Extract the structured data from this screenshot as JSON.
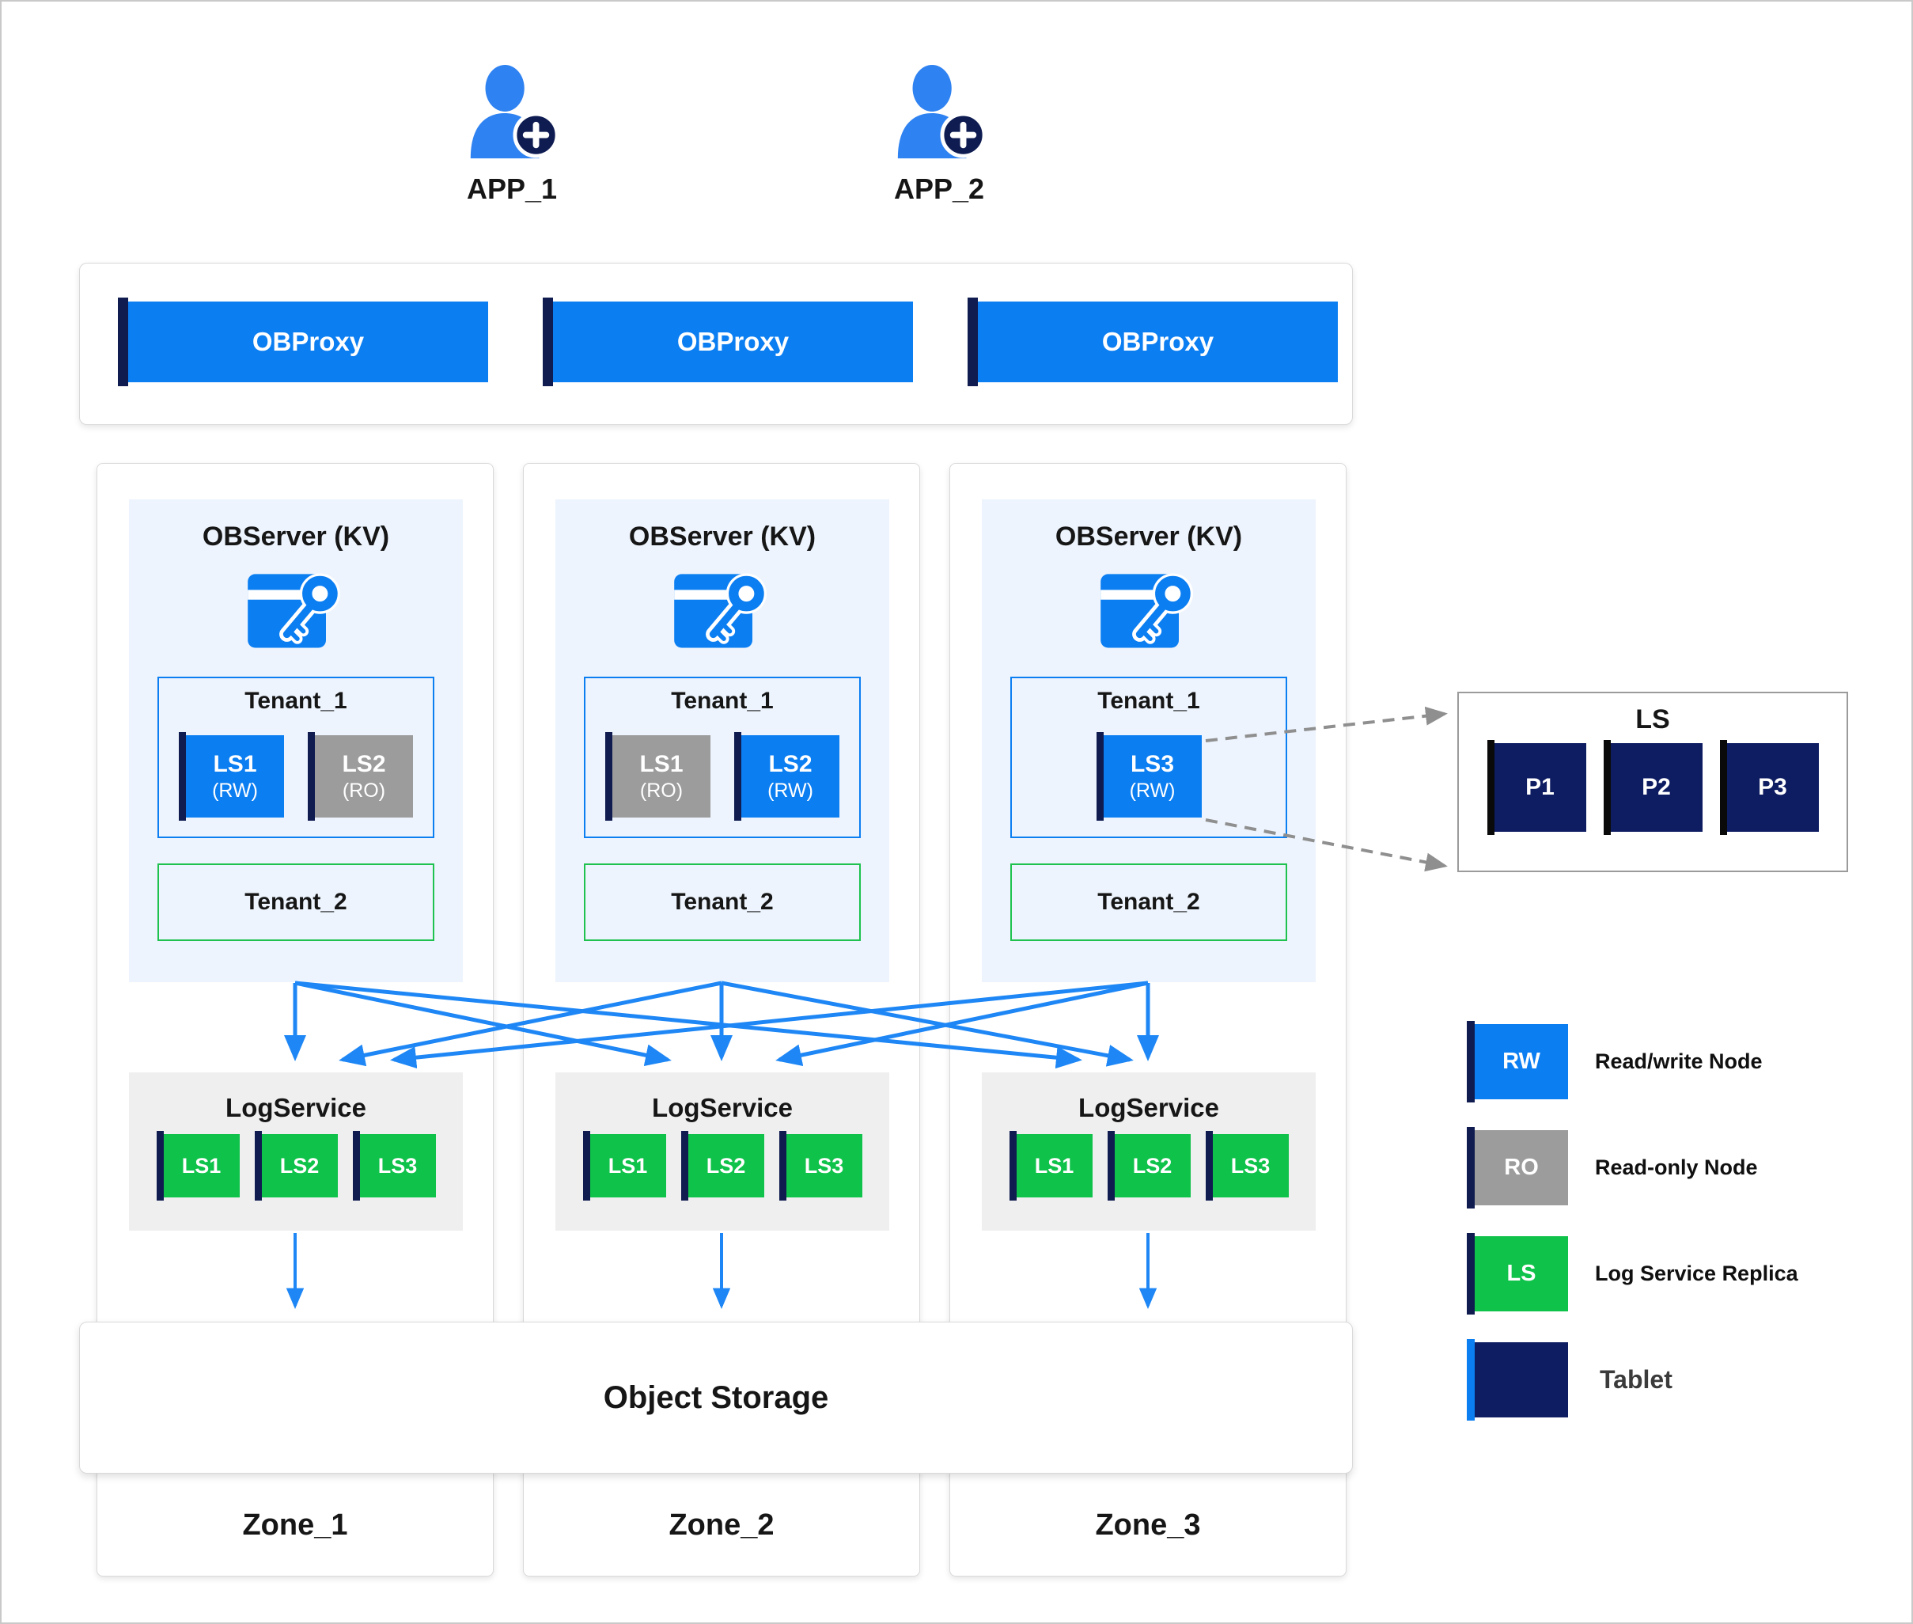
{
  "colors": {
    "primary_blue": "#0b7ef2",
    "arrow_blue": "#1e87f5",
    "person_blue": "#2f82f1",
    "navy_tablet": "#0e1c61",
    "stripe_navy": "#101c50",
    "black_bar": "#0a0a0a",
    "node_gray": "#9c9c9c",
    "replica_green": "#0fc24a",
    "tenant2_green": "#1fc24e",
    "panel_bg": "#edf4fd",
    "logservice_bg": "#efeff0",
    "dashed_gray": "#8f8f8f",
    "container_border": "#d9d9d9",
    "detail_border": "#9b9b9b",
    "badge_navy": "#0e1c52"
  },
  "apps": [
    {
      "label": "APP_1"
    },
    {
      "label": "APP_2"
    }
  ],
  "proxies": [
    {
      "label": "OBProxy"
    },
    {
      "label": "OBProxy"
    },
    {
      "label": "OBProxy"
    }
  ],
  "zones": [
    {
      "label": "Zone_1",
      "observer": {
        "title": "OBServer (KV)",
        "tenant1": {
          "label": "Tenant_1",
          "replicas": [
            {
              "name": "LS1",
              "mode": "(RW)",
              "role": "rw"
            },
            {
              "name": "LS2",
              "mode": "(RO)",
              "role": "ro"
            }
          ]
        },
        "tenant2": {
          "label": "Tenant_2"
        }
      },
      "logservice": {
        "title": "LogService",
        "replicas": [
          "LS1",
          "LS2",
          "LS3"
        ]
      }
    },
    {
      "label": "Zone_2",
      "observer": {
        "title": "OBServer (KV)",
        "tenant1": {
          "label": "Tenant_1",
          "replicas": [
            {
              "name": "LS1",
              "mode": "(RO)",
              "role": "ro"
            },
            {
              "name": "LS2",
              "mode": "(RW)",
              "role": "rw"
            }
          ]
        },
        "tenant2": {
          "label": "Tenant_2"
        }
      },
      "logservice": {
        "title": "LogService",
        "replicas": [
          "LS1",
          "LS2",
          "LS3"
        ]
      }
    },
    {
      "label": "Zone_3",
      "observer": {
        "title": "OBServer (KV)",
        "tenant1": {
          "label": "Tenant_1",
          "replicas": [
            {
              "name": "LS3",
              "mode": "(RW)",
              "role": "rw"
            }
          ]
        },
        "tenant2": {
          "label": "Tenant_2"
        }
      },
      "logservice": {
        "title": "LogService",
        "replicas": [
          "LS1",
          "LS2",
          "LS3"
        ]
      }
    }
  ],
  "object_storage": {
    "title": "Object Storage"
  },
  "ls_detail": {
    "title": "LS",
    "partitions": [
      "P1",
      "P2",
      "P3"
    ]
  },
  "legend": [
    {
      "chip": "RW",
      "label": "Read/write Node"
    },
    {
      "chip": "RO",
      "label": "Read-only Node"
    },
    {
      "chip": "LS",
      "label": "Log Service Replica"
    },
    {
      "chip": "",
      "label": "Tablet"
    }
  ]
}
